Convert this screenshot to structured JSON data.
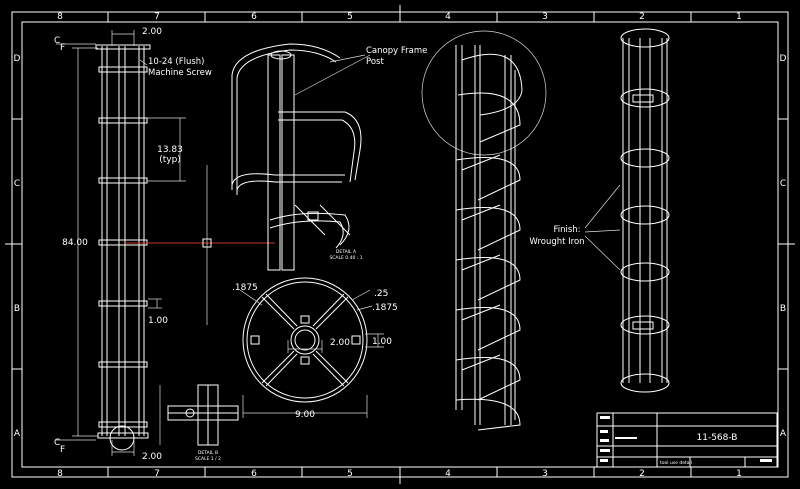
{
  "drawing": {
    "number": "11-568-B",
    "title_block_note": "tool use detail"
  },
  "zones": {
    "columns": [
      "8",
      "7",
      "6",
      "5",
      "4",
      "3",
      "2",
      "1"
    ],
    "rows": [
      "D",
      "C",
      "B",
      "A"
    ]
  },
  "section_marks": {
    "c_top": "C",
    "c_bottom": "C",
    "f_top": "F",
    "f_bottom": "F"
  },
  "dimensions": {
    "top_width": "2.00",
    "bottom_width": "2.00",
    "spacing": "13.83",
    "spacing_note": "(typ)",
    "height": "84.00",
    "small_gap": "1.00",
    "diameter": "9.00",
    "thickness_a": ".1875",
    "thickness_b": ".1875",
    "bar": ".25",
    "hub": "2.00",
    "tab": "1.00"
  },
  "callouts": {
    "screw_line1": "10-24 (Flush)",
    "screw_line2": "Machine Screw",
    "canopy_line1": "Canopy Frame",
    "canopy_line2": "Post",
    "finish_line1": "Finish:",
    "finish_line2": "Wrought Iron"
  },
  "details": {
    "a_line1": "DETAIL  A",
    "a_line2": "SCALE 0.40 : 1",
    "b_line1": "DETAIL  B",
    "b_line2": "SCALE 1 / 2"
  },
  "colors": {
    "background": "#000000",
    "lines": "#ffffff",
    "centerline": "#c8341e"
  }
}
